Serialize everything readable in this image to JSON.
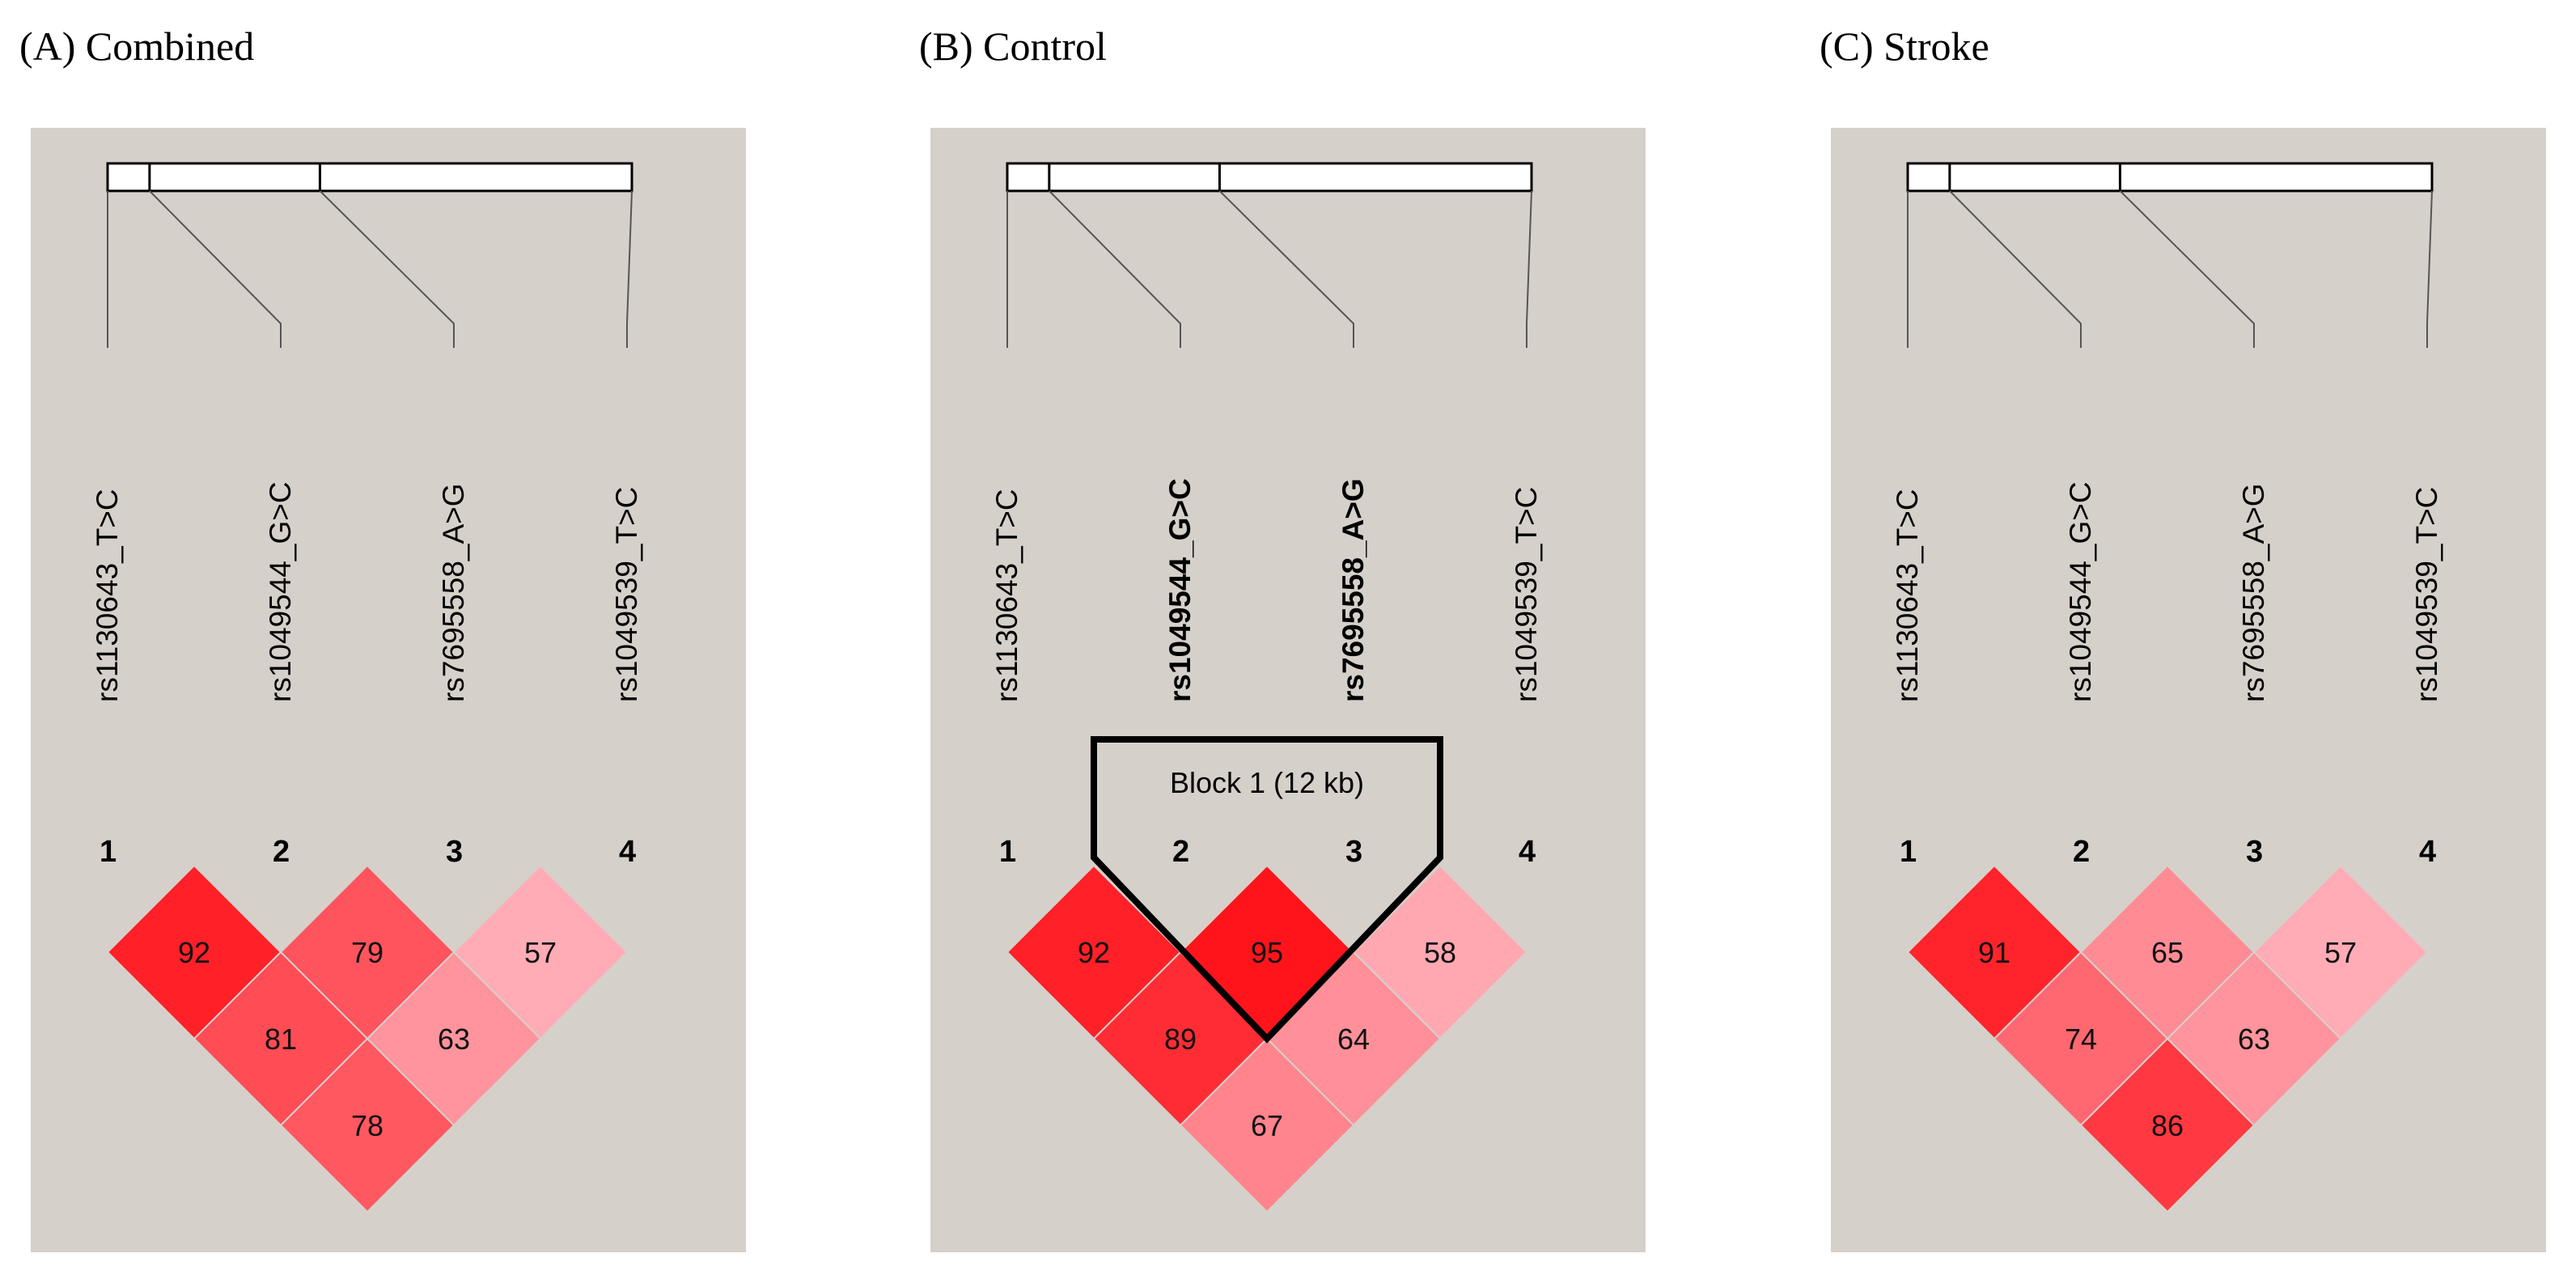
{
  "figure": {
    "background": "#d6d0ca",
    "panels": [
      {
        "id": "A",
        "caption": "(A) Combined",
        "snps": [
          "rs1130643_T>C",
          "rs1049544_G>C",
          "rs7695558_A>G",
          "rs1049539_T>C"
        ],
        "bold_snps": [],
        "marker_indices": [
          "1",
          "2",
          "3",
          "4"
        ],
        "ld_values": {
          "1-2": 92,
          "2-3": 79,
          "3-4": 57,
          "1-3": 81,
          "2-4": 63,
          "1-4": 78
        },
        "block": null
      },
      {
        "id": "B",
        "caption": "(B) Control",
        "snps": [
          "rs1130643_T>C",
          "rs1049544_G>C",
          "rs7695558_A>G",
          "rs1049539_T>C"
        ],
        "bold_snps": [
          1,
          2
        ],
        "marker_indices": [
          "1",
          "2",
          "3",
          "4"
        ],
        "ld_values": {
          "1-2": 92,
          "2-3": 95,
          "3-4": 58,
          "1-3": 89,
          "2-4": 64,
          "1-4": 67
        },
        "block": {
          "label": "Block 1 (12 kb)",
          "markers": [
            2,
            3
          ]
        }
      },
      {
        "id": "C",
        "caption": "(C) Stroke",
        "snps": [
          "rs1130643_T>C",
          "rs1049544_G>C",
          "rs7695558_A>G",
          "rs1049539_T>C"
        ],
        "bold_snps": [],
        "marker_indices": [
          "1",
          "2",
          "3",
          "4"
        ],
        "ld_values": {
          "1-2": 91,
          "2-3": 65,
          "3-4": 57,
          "1-3": 74,
          "2-4": 63,
          "1-4": 86
        },
        "block": null
      }
    ]
  }
}
